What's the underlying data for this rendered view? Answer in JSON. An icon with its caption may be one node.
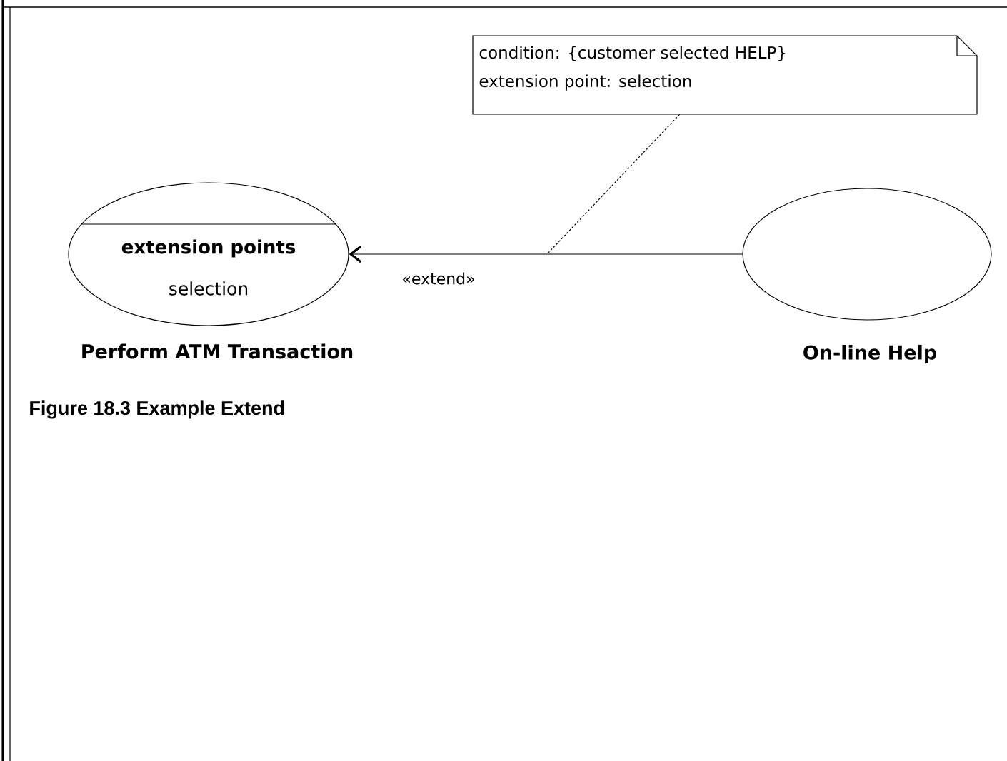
{
  "diagram": {
    "caption": "Figure 18.3  Example Extend",
    "nodes": [
      {
        "text": [
          "extension points",
          "selection"
        ],
        "beside": [
          "Perform ATM Transaction"
        ]
      },
      {
        "text": [],
        "shape": "ellipse",
        "beside": [
          "On-line Help"
        ]
      },
      {
        "text": [
          "condition: {customer selected HELP}",
          "extension point: selection"
        ]
      }
    ],
    "edges": [
      {
        "from": 1,
        "to": 0,
        "arrow": "to",
        "label": "«extend»"
      },
      {
        "from": 2,
        "to": null,
        "arrow": "none",
        "style": "dashed"
      }
    ]
  }
}
